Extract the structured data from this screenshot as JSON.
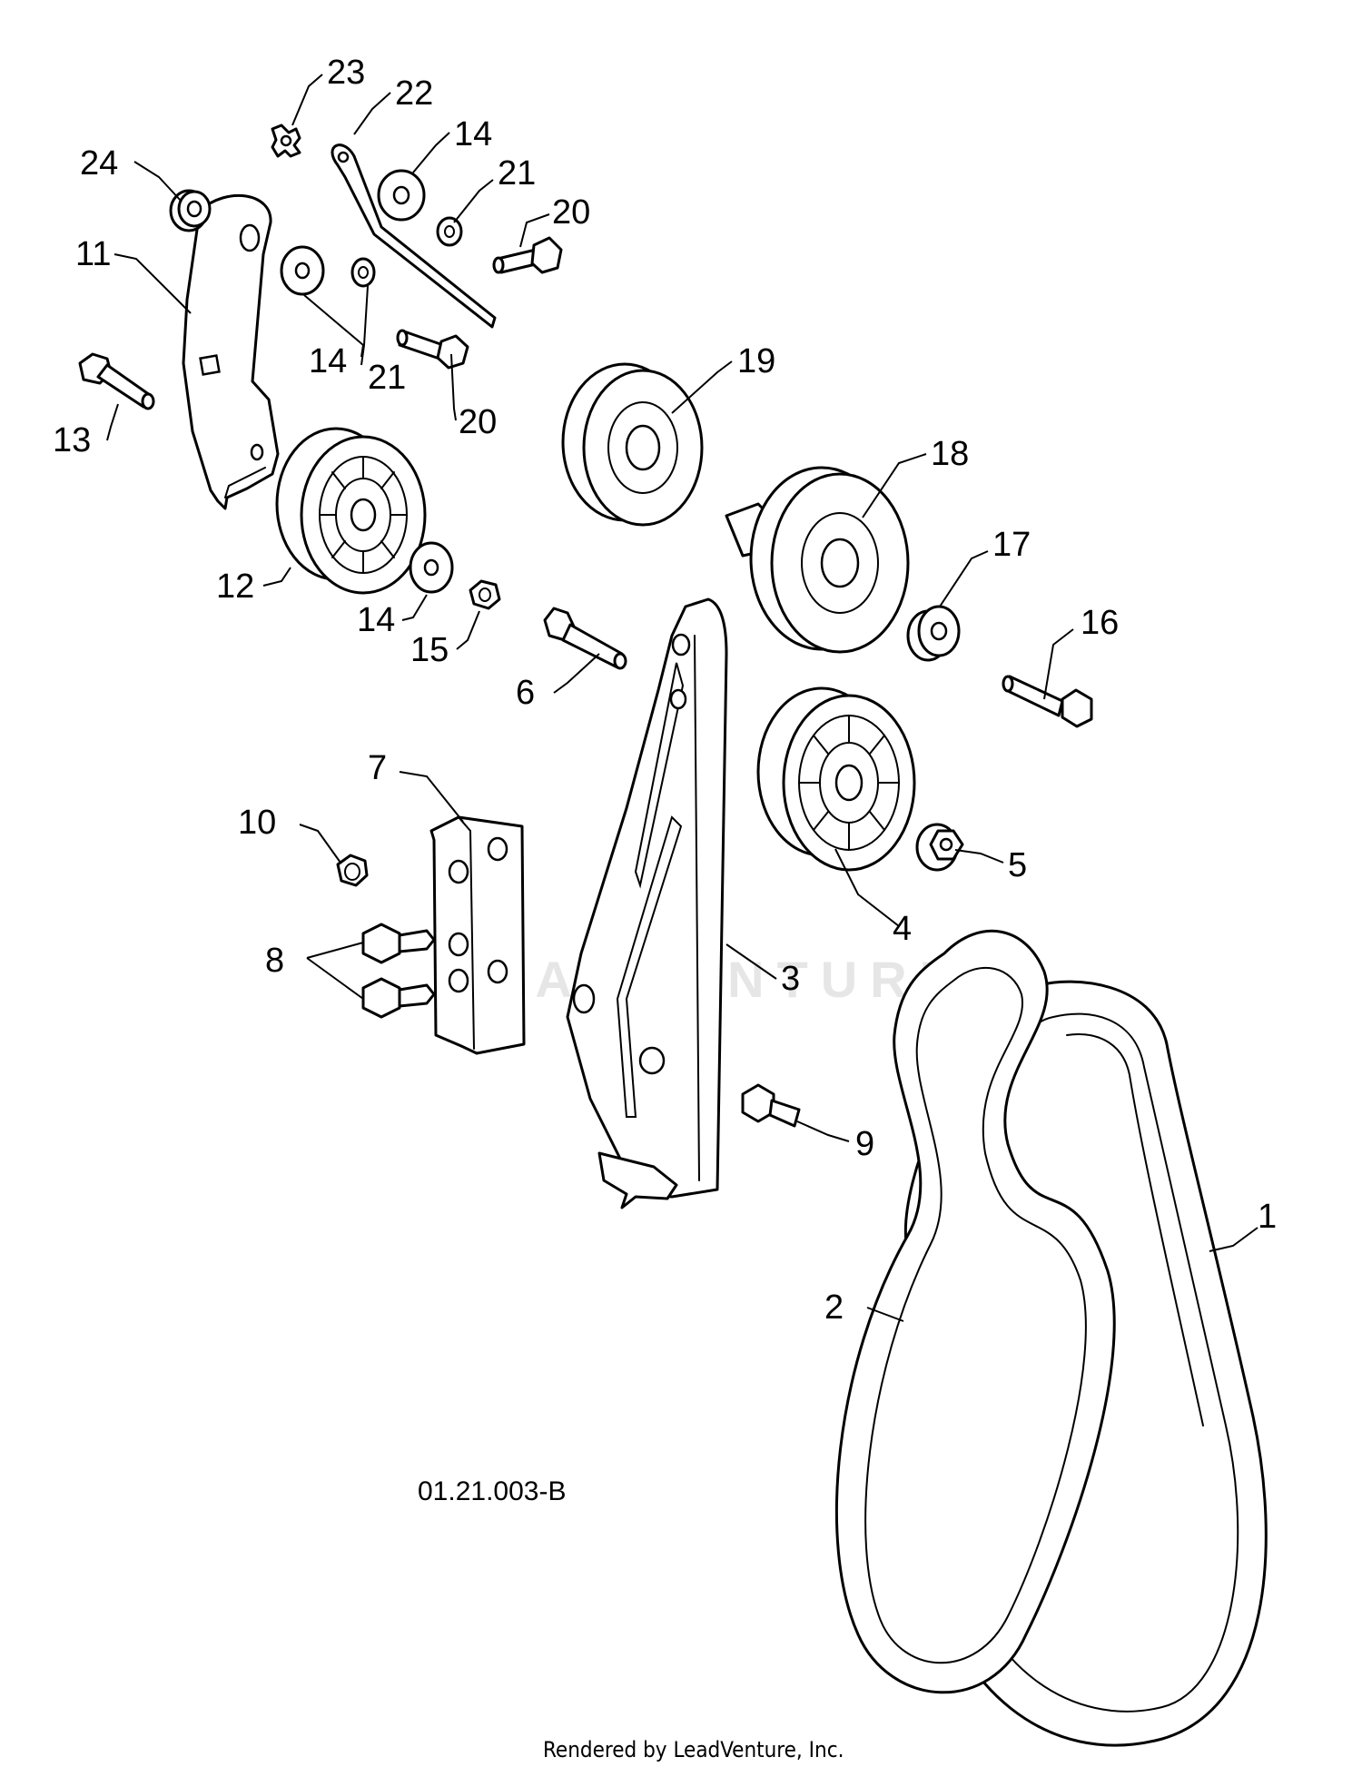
{
  "diagram": {
    "reference_code": "01.21.003-B",
    "watermark": "LEADVENTURE",
    "footer": "Rendered by LeadVenture, Inc.",
    "callouts": {
      "c1": "1",
      "c2": "2",
      "c3": "3",
      "c4": "4",
      "c5": "5",
      "c6": "6",
      "c7": "7",
      "c8": "8",
      "c9": "9",
      "c10": "10",
      "c11": "11",
      "c12": "12",
      "c13": "13",
      "c14a": "14",
      "c14b": "14",
      "c14c": "14",
      "c15": "15",
      "c16": "16",
      "c17": "17",
      "c18": "18",
      "c19": "19",
      "c20a": "20",
      "c20b": "20",
      "c21a": "21",
      "c21b": "21",
      "c22": "22",
      "c23": "23",
      "c24": "24"
    }
  }
}
